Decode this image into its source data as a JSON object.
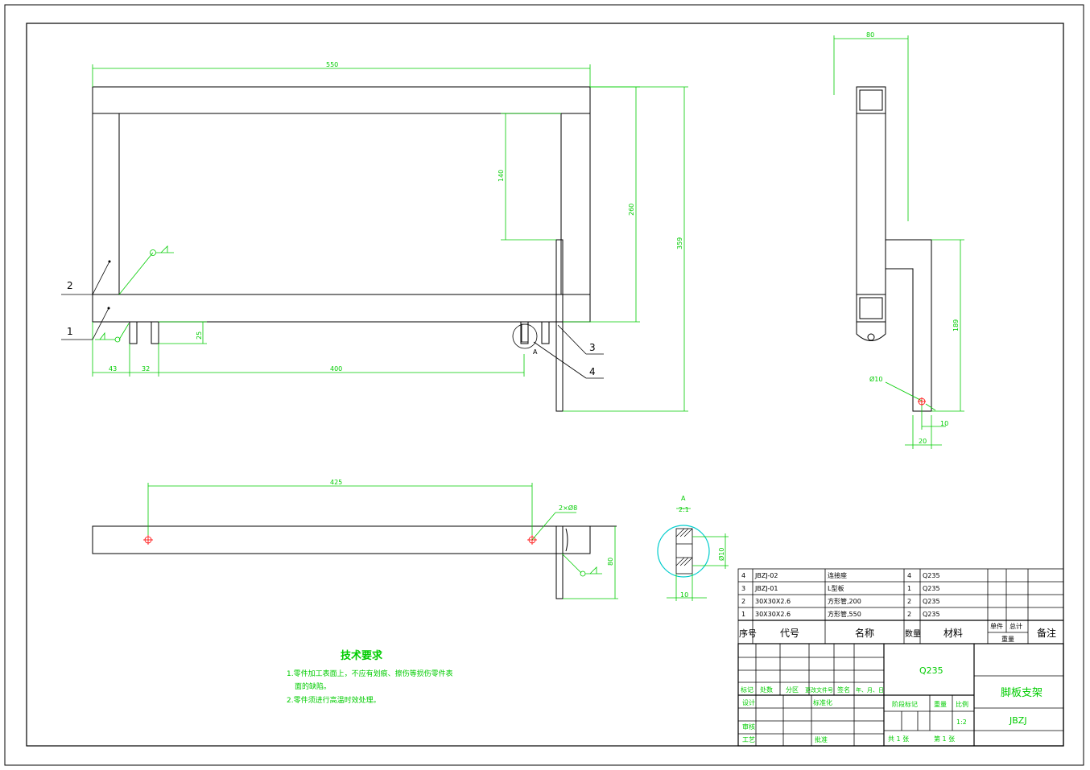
{
  "dimensions": {
    "front": {
      "w550": "550",
      "h140": "140",
      "h260": "260",
      "h359": "359",
      "w43": "43",
      "w32": "32",
      "w400": "400",
      "h25": "25"
    },
    "side": {
      "w80": "80",
      "h189": "189",
      "d10": "Ø10",
      "w10": "10",
      "w20": "20"
    },
    "top": {
      "w425": "425",
      "holes": "2×Ø8",
      "h80": "80"
    },
    "detail": {
      "label": "A",
      "scale": "2:1",
      "d10": "Ø10",
      "w10": "10"
    }
  },
  "detail_marker": "A",
  "part_numbers": [
    "1",
    "2",
    "3",
    "4"
  ],
  "parts_list": {
    "headers": {
      "seq": "序号",
      "code": "代号",
      "name": "名称",
      "qty": "数量",
      "material": "材料",
      "unit": "单件",
      "total": "总计",
      "weight": "重量",
      "remark": "备注"
    },
    "rows": [
      {
        "seq": "4",
        "code": "JBZJ-02",
        "name": "连接座",
        "qty": "4",
        "material": "Q235"
      },
      {
        "seq": "3",
        "code": "JBZJ-01",
        "name": "L型板",
        "qty": "1",
        "material": "Q235"
      },
      {
        "seq": "2",
        "code": "30X30X2.6",
        "name": "方形管,200",
        "qty": "2",
        "material": "Q235"
      },
      {
        "seq": "1",
        "code": "30X30X2.6",
        "name": "方形管,550",
        "qty": "2",
        "material": "Q235"
      }
    ]
  },
  "title_block": {
    "material": "Q235",
    "drawing_name": "脚板支架",
    "drawing_code": "JBZJ",
    "scale": "1:2",
    "labels": {
      "mark": "标记",
      "count": "处数",
      "zone": "分区",
      "change_doc": "更改文件号",
      "sign": "签名",
      "date": "年、月、日",
      "design": "设计",
      "standard": "标准化",
      "stage": "阶段标记",
      "weight": "重量",
      "scale": "比例",
      "review": "审核",
      "process": "工艺",
      "approve": "批准",
      "total_sheets": "共 1 张",
      "sheet_no": "第 1 张"
    }
  },
  "notes": {
    "title": "技术要求",
    "line1": "1.零件加工表面上，不应有划痕、擦伤等损伤零件表",
    "line1b": "面的缺陷。",
    "line2": "2.零件须进行高温时效处理。"
  },
  "colors": {
    "line": "#000000",
    "dimension": "#00cc00",
    "center": "#ff0000",
    "detail": "#00cccc"
  }
}
